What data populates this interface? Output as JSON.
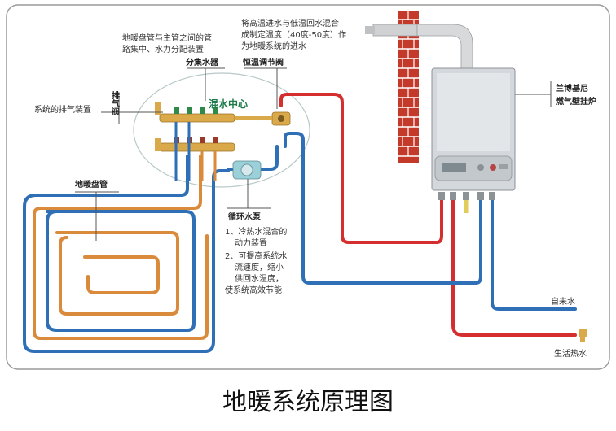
{
  "caption": "地暖系统原理图",
  "labels": {
    "manifold_desc_1": "地暖盘管与主管之间的管",
    "manifold_desc_2": "路集中、水力分配装置",
    "manifold": "分集水器",
    "thermo_valve": "恒温调节阀",
    "thermo_desc_1": "将高温进水与低温回水混合",
    "thermo_desc_2": "成制定温度（40度-50度）作",
    "thermo_desc_3": "为地暖系统的进水",
    "vent_valve": "排气阀",
    "vent_desc": "系统的排气装置",
    "mixing_center": "混水中心",
    "floor_coil": "地暖盘管",
    "pump_title": "循环水泵",
    "pump_desc_1": "1、冷热水混合的",
    "pump_desc_2": "动力装置",
    "pump_desc_3": "2、可提高系统水",
    "pump_desc_4": "流速度，缩小",
    "pump_desc_5": "供回水温度，",
    "pump_desc_6": "使系统高效节能",
    "boiler_1": "兰博基尼",
    "boiler_2": "燃气壁挂炉",
    "tap_water": "自来水",
    "hot_water": "生活热水"
  },
  "colors": {
    "hot_pipe": "#d42e2e",
    "return_pipe": "#2f6fb5",
    "coil_pipe": "#d98a3a",
    "gas_pipe": "#e0cc5a",
    "brick": "#c43a2a",
    "boiler": "#d4d8dc",
    "border": "#9a9a9a"
  }
}
